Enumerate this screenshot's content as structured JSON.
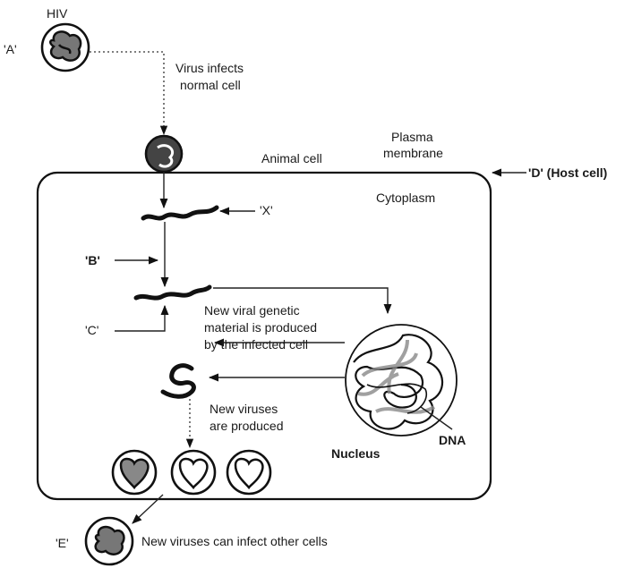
{
  "labels": {
    "hiv": "HIV",
    "a": "'A'",
    "virus_infects_1": "Virus infects",
    "virus_infects_2": "normal cell",
    "animal_cell": "Animal cell",
    "plasma_1": "Plasma",
    "plasma_2": "membrane",
    "d": "'D' (Host cell)",
    "cytoplasm": "Cytoplasm",
    "x": "'X'",
    "b": "'B'",
    "c": "'C'",
    "new_genetic_1": "New viral genetic",
    "new_genetic_2": "material is produced",
    "new_genetic_3": "by the infected cell",
    "new_viruses_1": "New viruses",
    "new_viruses_2": "are produced",
    "nucleus": "Nucleus",
    "dna": "DNA",
    "e": "'E'",
    "infect_other": "New viruses can infect other cells"
  },
  "colors": {
    "ink": "#111111",
    "virus_core": "#777777",
    "nucleus_fill": "#999999"
  }
}
